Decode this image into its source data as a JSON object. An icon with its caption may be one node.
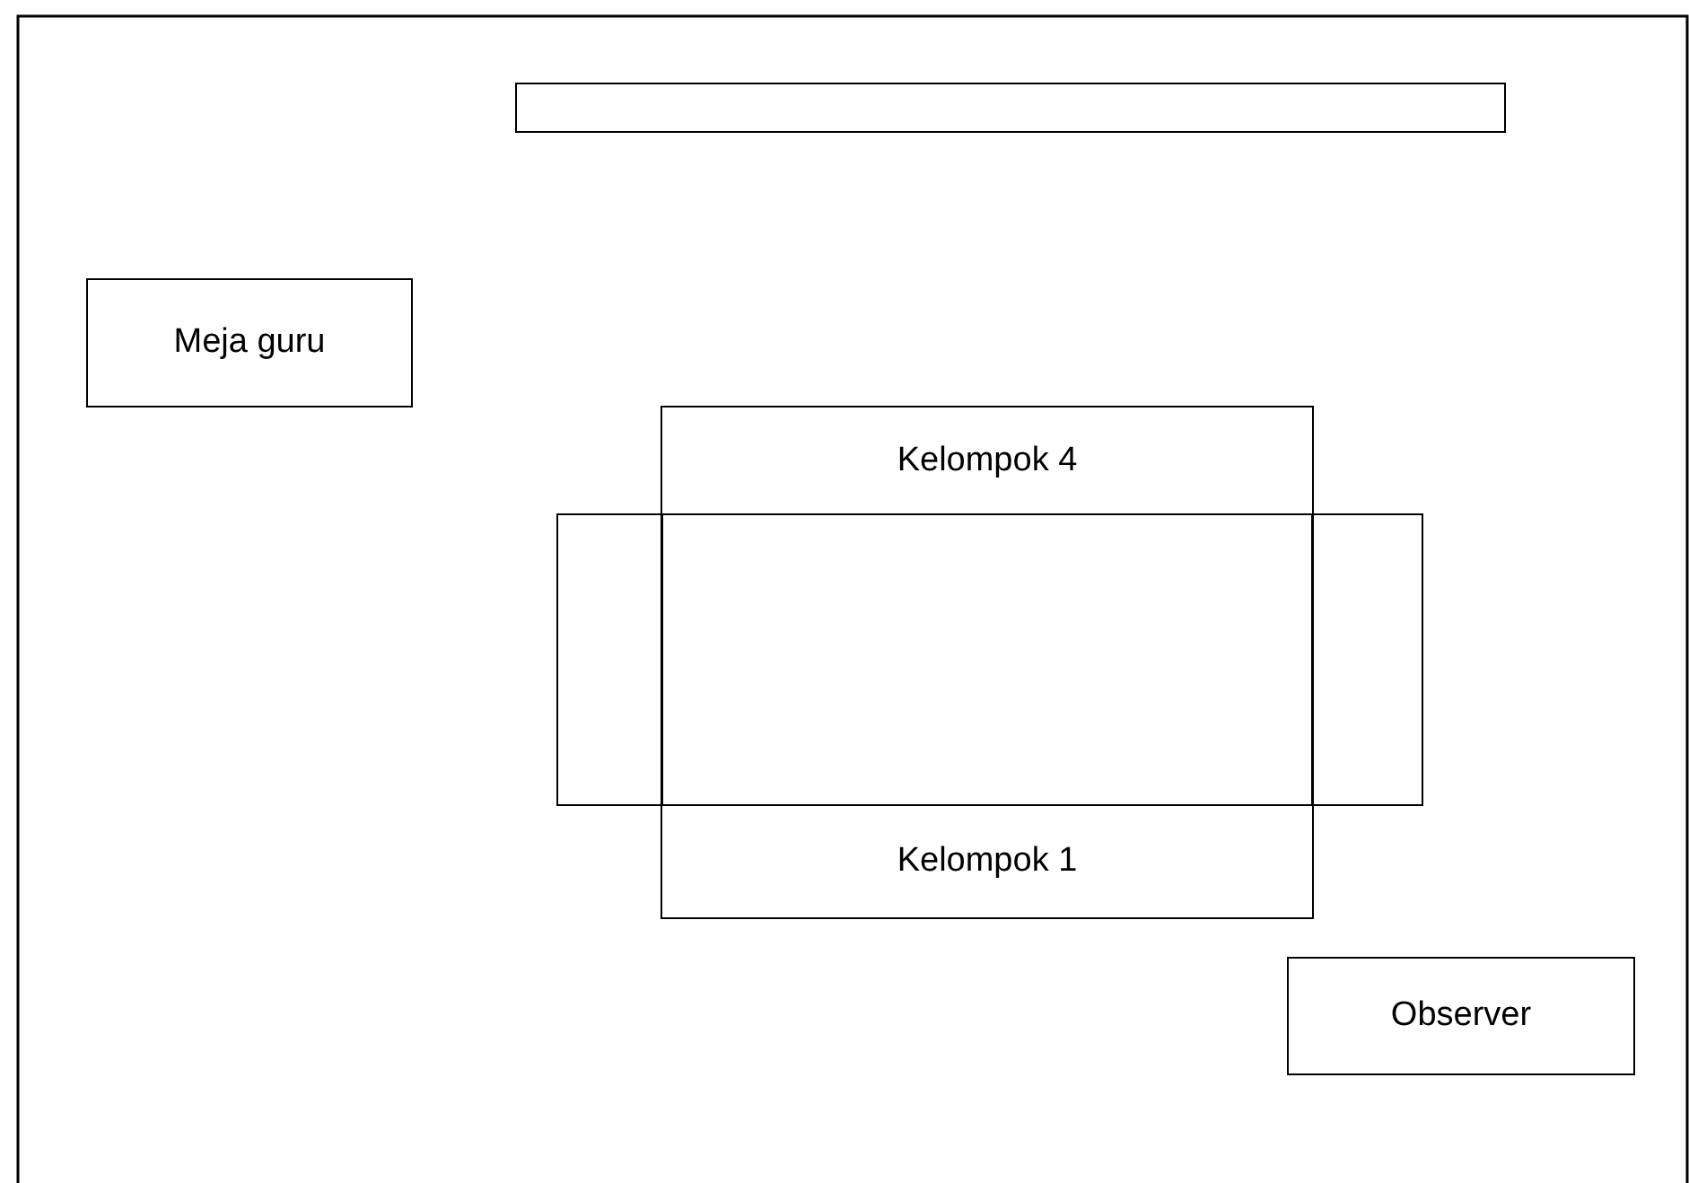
{
  "diagram": {
    "nodes": [
      {
        "text": [],
        "shape": "box"
      },
      {
        "text": [
          "Meja guru"
        ]
      },
      {
        "text": [
          "Kelompok 4"
        ]
      },
      {
        "text": [],
        "shape": "box"
      },
      {
        "text": [
          "Kelompok 1"
        ]
      },
      {
        "text": [
          "Observer"
        ]
      }
    ]
  }
}
